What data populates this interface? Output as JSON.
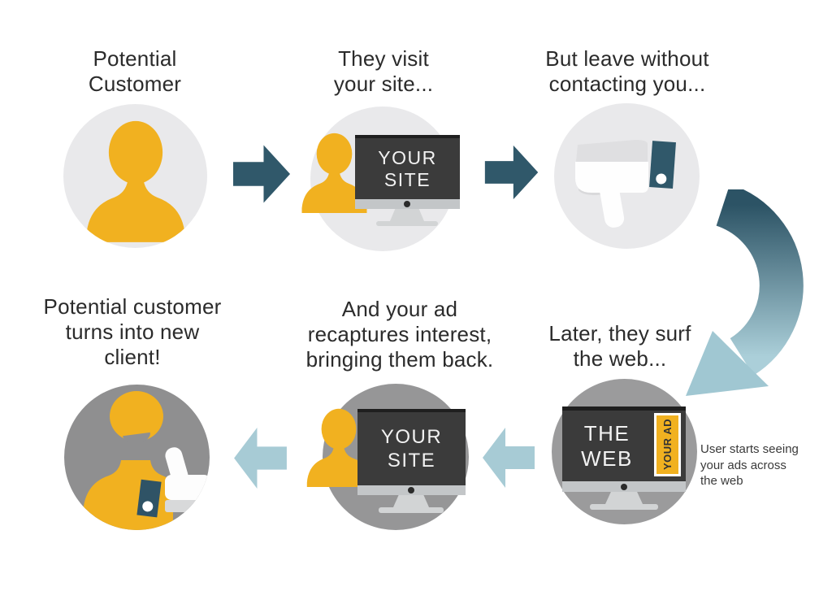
{
  "flow": {
    "step1": {
      "label": "Potential\nCustomer"
    },
    "step2": {
      "label": "They visit\nyour site...",
      "screen_text": "YOUR\nSITE"
    },
    "step3": {
      "label": "But leave without\ncontacting you..."
    },
    "step4": {
      "label": "Later, they surf\nthe web...",
      "screen_text": "THE\nWEB",
      "ad_label": "YOUR AD",
      "caption": "User starts seeing\nyour ads across\nthe web"
    },
    "step5": {
      "label": "And your ad\nrecaptures interest,\nbringing them back.",
      "screen_text": "YOUR\nSITE"
    },
    "step6": {
      "label": "Potential customer\nturns into new\nclient!"
    }
  },
  "icons": {
    "step1": "person-icon",
    "step2": "person-at-computer-icon",
    "step3": "thumbs-down-icon",
    "step4": "computer-with-ad-icon",
    "step5": "person-at-computer-icon",
    "step6": "person-thumbs-up-icon",
    "connectors": [
      "arrow-right-icon",
      "arrow-right-icon",
      "curved-arrow-down-icon",
      "arrow-left-icon",
      "arrow-left-icon"
    ]
  },
  "colors": {
    "accent_yellow": "#F1B120",
    "dark_teal": "#30586A",
    "light_blue": "#A7CBD5",
    "light_circle": "#E9E9EB",
    "gray_circle": "#949494",
    "screen_dark": "#3B3B3B",
    "text": "#2B2B2B"
  }
}
